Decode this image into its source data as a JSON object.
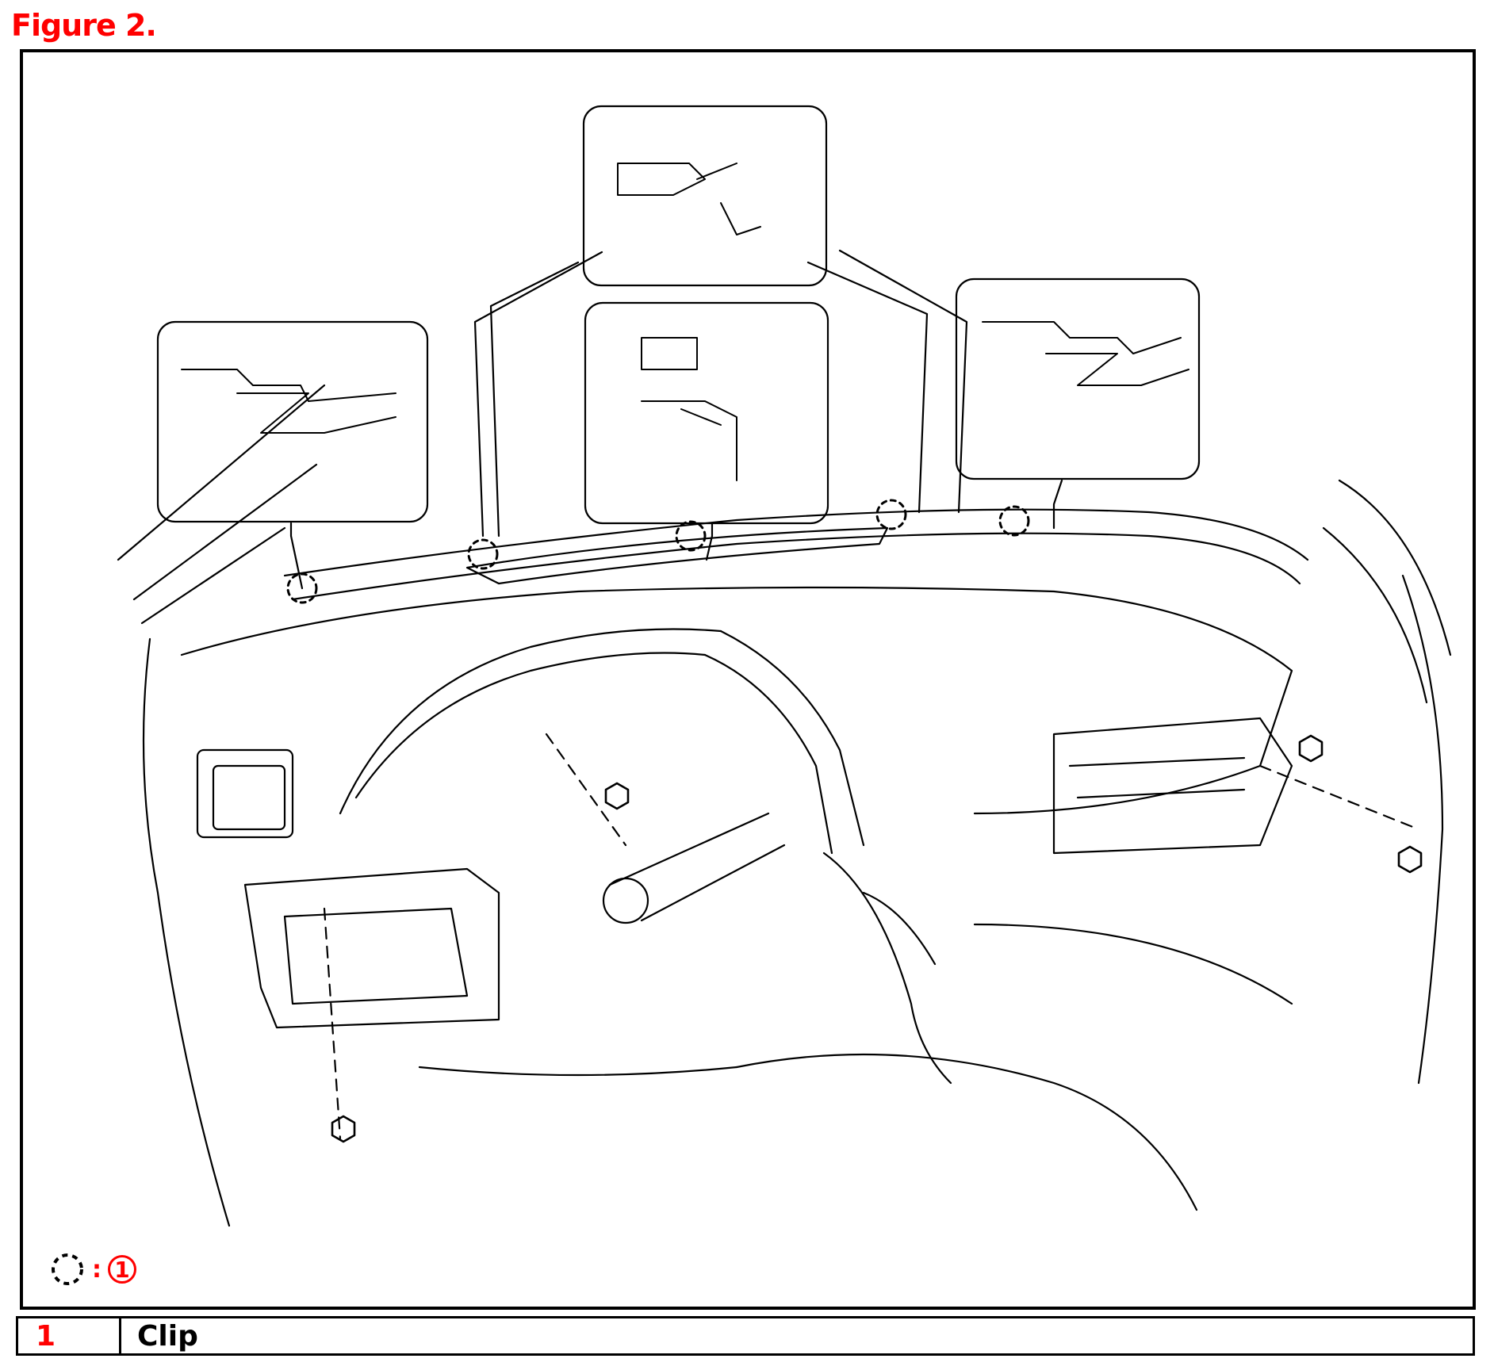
{
  "figure": {
    "title": "Figure 2."
  },
  "diagram": {
    "subject": "dashboard-panel-clip-locations",
    "clip_count": 5,
    "detail_inset_count": 4
  },
  "legend": {
    "separator": ":",
    "number": "1"
  },
  "parts_table": {
    "rows": [
      {
        "number": "1",
        "name": "Clip"
      }
    ]
  },
  "colors": {
    "accent": "#ff0000",
    "line": "#000000"
  }
}
